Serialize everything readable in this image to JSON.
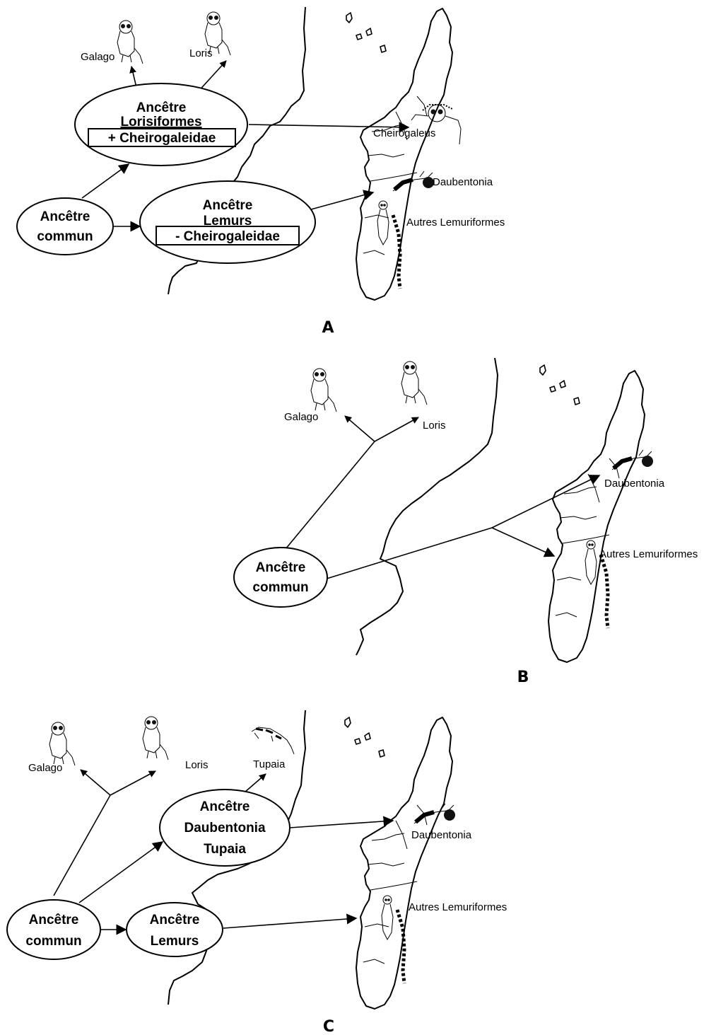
{
  "panels": {
    "a": {
      "label": "A",
      "nodes": {
        "ancestor_lorisiformes": [
          "Ancêtre",
          "Lorisiformes",
          "+ Cheirogaleidae"
        ],
        "ancestor_lemurs": [
          "Ancêtre",
          "Lemurs",
          "- Cheirogaleidae"
        ],
        "common_ancestor": [
          "Ancêtre",
          "commun"
        ]
      },
      "taxa": {
        "galago": "Galago",
        "loris": "Loris",
        "cheirogaleus": "Cheirogaleus",
        "daubentonia": "Daubentonia",
        "autres": "Autres Lemuriformes"
      }
    },
    "b": {
      "label": "B",
      "nodes": {
        "common_ancestor": [
          "Ancêtre",
          "commun"
        ]
      },
      "taxa": {
        "galago": "Galago",
        "loris": "Loris",
        "daubentonia": "Daubentonia",
        "autres": "Autres Lemuriformes"
      }
    },
    "c": {
      "label": "C",
      "nodes": {
        "ancestor_daubentonia_tupaia": [
          "Ancêtre",
          "Daubentonia",
          "Tupaia"
        ],
        "ancestor_lemurs": [
          "Ancêtre",
          "Lemurs"
        ],
        "common_ancestor": [
          "Ancêtre",
          "commun"
        ]
      },
      "taxa": {
        "galago": "Galago",
        "loris": "Loris",
        "tupaia": "Tupaia",
        "daubentonia": "Daubentonia",
        "autres": "Autres Lemuriformes"
      }
    }
  }
}
